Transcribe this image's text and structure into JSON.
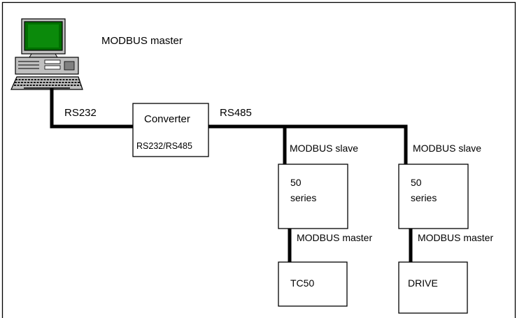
{
  "computer": {
    "label": "MODBUS master",
    "icon": "desktop-computer-icon"
  },
  "links": {
    "rs232": "RS232",
    "rs485": "RS485"
  },
  "converter": {
    "title": "Converter",
    "subtitle": "RS232/RS485"
  },
  "slaves": [
    {
      "slave_label": "MODBUS slave",
      "line1": "50",
      "line2": "series",
      "master_label": "MODBUS master",
      "device": "TC50"
    },
    {
      "slave_label": "MODBUS slave",
      "line1": "50",
      "line2": "series",
      "master_label": "MODBUS master",
      "device": "DRIVE"
    }
  ]
}
